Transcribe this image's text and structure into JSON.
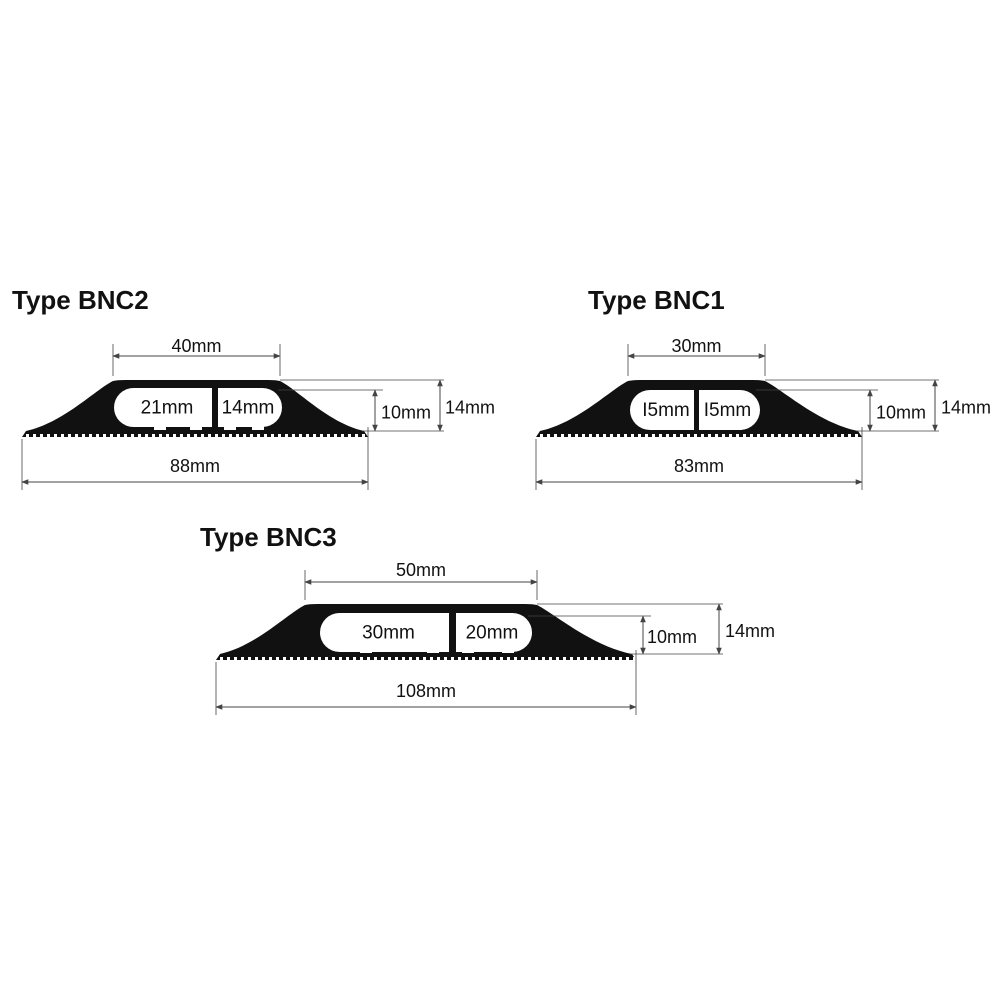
{
  "colors": {
    "profile": "#111111",
    "slot": "#ffffff",
    "dim_line": "#444444",
    "text": "#111111"
  },
  "profiles": [
    {
      "id": "bnc2",
      "title": "Type BNC2",
      "top_width": "40mm",
      "overall_width": "88mm",
      "channel_height": "10mm",
      "overall_height": "14mm",
      "channels": [
        "21mm",
        "14mm"
      ]
    },
    {
      "id": "bnc1",
      "title": "Type BNC1",
      "top_width": "30mm",
      "overall_width": "83mm",
      "channel_height": "10mm",
      "overall_height": "14mm",
      "channels": [
        "I5mm",
        "I5mm"
      ]
    },
    {
      "id": "bnc3",
      "title": "Type BNC3",
      "top_width": "50mm",
      "overall_width": "108mm",
      "channel_height": "10mm",
      "overall_height": "14mm",
      "channels": [
        "30mm",
        "20mm"
      ]
    }
  ]
}
